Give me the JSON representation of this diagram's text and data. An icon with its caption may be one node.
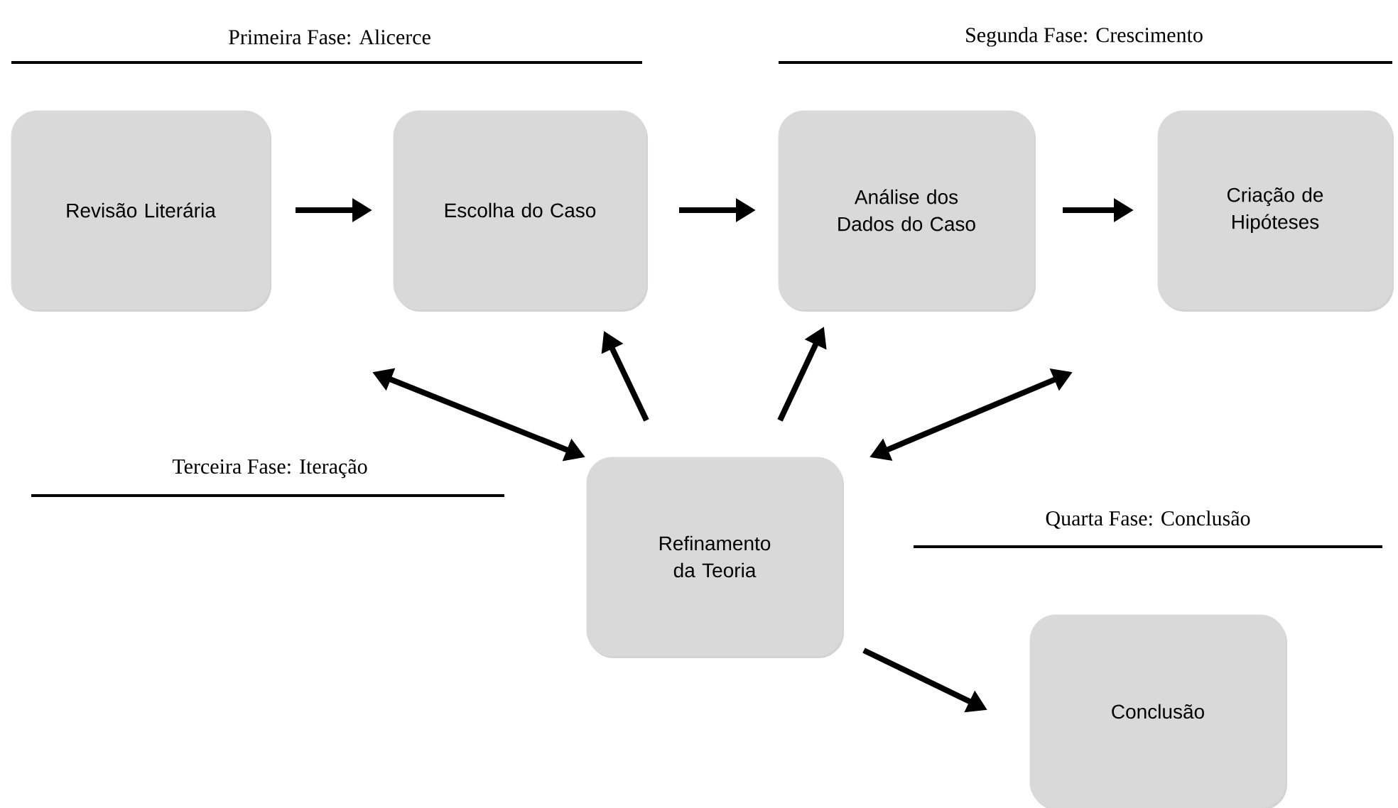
{
  "diagram": {
    "nodes": [
      {
        "text": [
          "Revisão Literária"
        ]
      },
      {
        "text": [
          "Escolha do Caso"
        ]
      },
      {
        "text": [
          "Análise dos Dados do Caso"
        ]
      },
      {
        "text": [
          "Criação de Hipóteses"
        ]
      },
      {
        "text": [
          "Refinamento da Teoria"
        ]
      },
      {
        "text": [
          "Conclusão"
        ]
      }
    ],
    "edges": [
      {
        "from": 0,
        "to": 1,
        "arrow": "to"
      },
      {
        "from": 1,
        "to": 2,
        "arrow": "to"
      },
      {
        "from": 2,
        "to": 3,
        "arrow": "to"
      },
      {
        "from": 4,
        "to": null,
        "arrow": "both"
      },
      {
        "from": 4,
        "to": 1,
        "arrow": "to"
      },
      {
        "from": 4,
        "to": 2,
        "arrow": "to"
      },
      {
        "from": 4,
        "to": null,
        "arrow": "both"
      },
      {
        "from": 4,
        "to": 5,
        "arrow": "to"
      }
    ],
    "labels": [
      "Primeira Fase: Alicerce",
      "Segunda Fase: Crescimento",
      "Terceira Fase: Iteração",
      "Quarta Fase: Conclusão"
    ]
  }
}
